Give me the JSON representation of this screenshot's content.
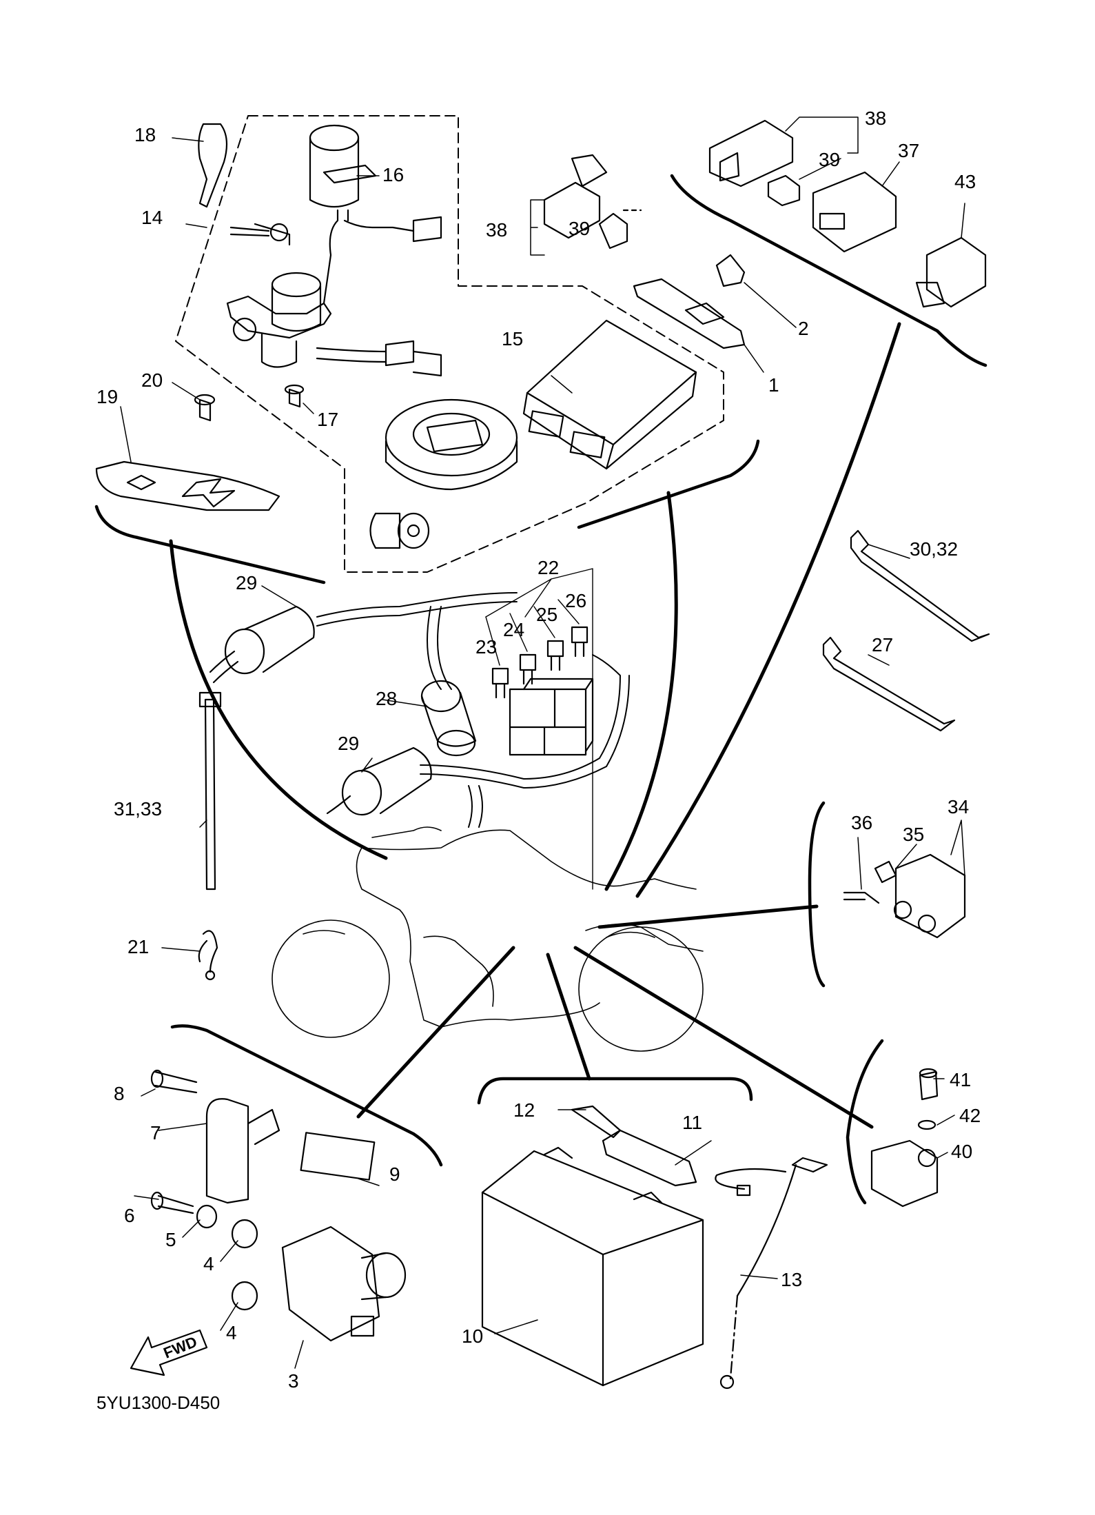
{
  "diagram_code": "5YU1300-D450",
  "fwd_label": "FWD",
  "colors": {
    "ink": "#000000",
    "paper": "#ffffff"
  },
  "labels": {
    "p1": "1",
    "p2": "2",
    "p3": "3",
    "p4a": "4",
    "p4b": "4",
    "p5": "5",
    "p6": "6",
    "p7": "7",
    "p8": "8",
    "p9": "9",
    "p10": "10",
    "p11": "11",
    "p12": "12",
    "p13": "13",
    "p14": "14",
    "p15": "15",
    "p16": "16",
    "p17": "17",
    "p18": "18",
    "p19": "19",
    "p20": "20",
    "p21": "21",
    "p22": "22",
    "p23": "23",
    "p24": "24",
    "p25": "25",
    "p26": "26",
    "p27": "27",
    "p28": "28",
    "p29a": "29",
    "p29b": "29",
    "p30_32": "30,32",
    "p31_33": "31,33",
    "p34": "34",
    "p35": "35",
    "p36": "36",
    "p37": "37",
    "p38a": "38",
    "p38b": "38",
    "p39a": "39",
    "p39b": "39",
    "p40": "40",
    "p41": "41",
    "p42": "42",
    "p43": "43"
  }
}
